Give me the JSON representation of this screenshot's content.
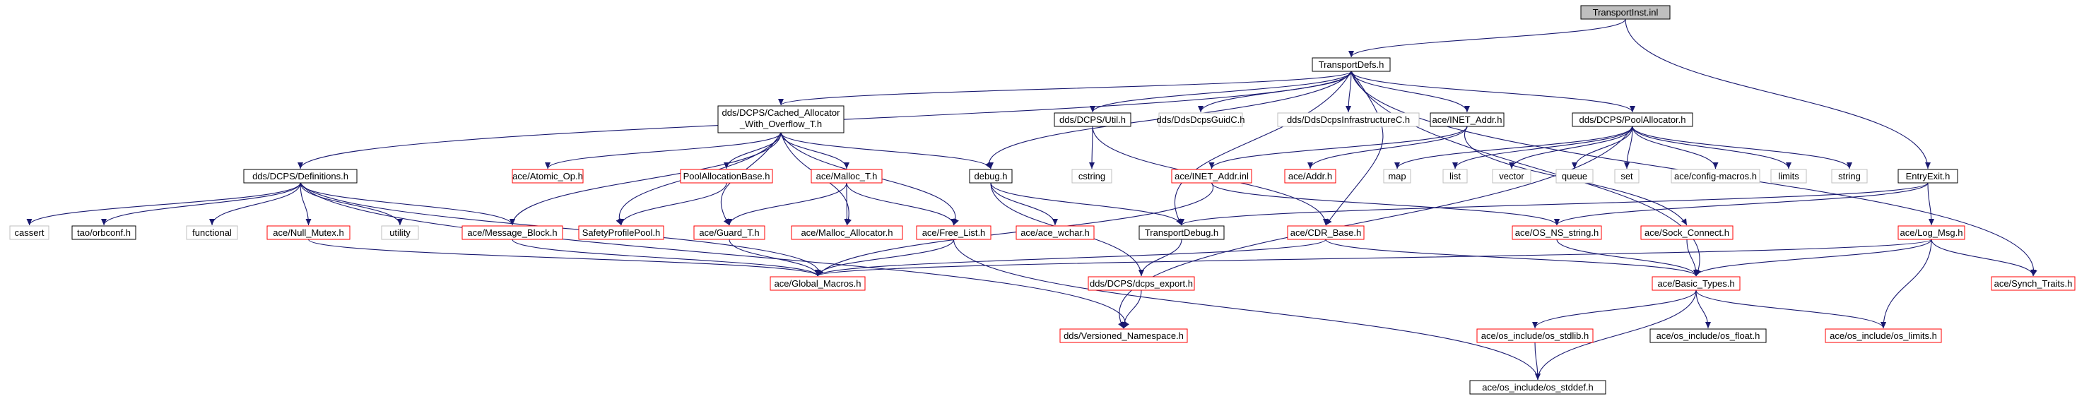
{
  "diagram": {
    "nodes": [
      {
        "id": "root",
        "label": "TransportInst.inl",
        "style": "root"
      },
      {
        "id": "defs",
        "label": "TransportDefs.h",
        "style": "black"
      },
      {
        "id": "cached",
        "label": "dds/DCPS/Cached_Allocator\n_With_Overflow_T.h",
        "style": "black"
      },
      {
        "id": "util",
        "label": "dds/DCPS/Util.h",
        "style": "black"
      },
      {
        "id": "guidc",
        "label": "dds/DdsDcpsGuidC.h",
        "style": "grey"
      },
      {
        "id": "infra",
        "label": "dds/DdsDcpsInfrastructureC.h",
        "style": "grey"
      },
      {
        "id": "inetaddr",
        "label": "ace/INET_Addr.h",
        "style": "black"
      },
      {
        "id": "poolalloc",
        "label": "dds/DCPS/PoolAllocator.h",
        "style": "black"
      },
      {
        "id": "definitions",
        "label": "dds/DCPS/Definitions.h",
        "style": "black"
      },
      {
        "id": "atomic",
        "label": "ace/Atomic_Op.h",
        "style": "red"
      },
      {
        "id": "poolallocbase",
        "label": "PoolAllocationBase.h",
        "style": "red"
      },
      {
        "id": "malloct",
        "label": "ace/Malloc_T.h",
        "style": "red"
      },
      {
        "id": "debug",
        "label": "debug.h",
        "style": "black"
      },
      {
        "id": "cstring",
        "label": "cstring",
        "style": "grey"
      },
      {
        "id": "inetaddrinl",
        "label": "ace/INET_Addr.inl",
        "style": "red"
      },
      {
        "id": "aceaddr",
        "label": "ace/Addr.h",
        "style": "red"
      },
      {
        "id": "map",
        "label": "map",
        "style": "grey"
      },
      {
        "id": "list",
        "label": "list",
        "style": "grey"
      },
      {
        "id": "vector",
        "label": "vector",
        "style": "grey"
      },
      {
        "id": "queue",
        "label": "queue",
        "style": "grey"
      },
      {
        "id": "set",
        "label": "set",
        "style": "grey"
      },
      {
        "id": "configmacros",
        "label": "ace/config-macros.h",
        "style": "grey"
      },
      {
        "id": "limits",
        "label": "limits",
        "style": "grey"
      },
      {
        "id": "string",
        "label": "string",
        "style": "grey"
      },
      {
        "id": "entryexit",
        "label": "EntryExit.h",
        "style": "black"
      },
      {
        "id": "cassert",
        "label": "cassert",
        "style": "grey"
      },
      {
        "id": "orbconf",
        "label": "tao/orbconf.h",
        "style": "black"
      },
      {
        "id": "functional",
        "label": "functional",
        "style": "grey"
      },
      {
        "id": "nullmutex",
        "label": "ace/Null_Mutex.h",
        "style": "red"
      },
      {
        "id": "utility",
        "label": "utility",
        "style": "grey"
      },
      {
        "id": "msgblock",
        "label": "ace/Message_Block.h",
        "style": "red"
      },
      {
        "id": "safetypool",
        "label": "SafetyProfilePool.h",
        "style": "red"
      },
      {
        "id": "guardt",
        "label": "ace/Guard_T.h",
        "style": "red"
      },
      {
        "id": "mallocalloc",
        "label": "ace/Malloc_Allocator.h",
        "style": "red"
      },
      {
        "id": "freelist",
        "label": "ace/Free_List.h",
        "style": "red"
      },
      {
        "id": "wchar",
        "label": "ace/ace_wchar.h",
        "style": "red"
      },
      {
        "id": "transportdebug",
        "label": "TransportDebug.h",
        "style": "black"
      },
      {
        "id": "cdrbase",
        "label": "ace/CDR_Base.h",
        "style": "red"
      },
      {
        "id": "osns",
        "label": "ace/OS_NS_string.h",
        "style": "red"
      },
      {
        "id": "sockconnect",
        "label": "ace/Sock_Connect.h",
        "style": "red"
      },
      {
        "id": "logmsg",
        "label": "ace/Log_Msg.h",
        "style": "red"
      },
      {
        "id": "globalmacros",
        "label": "ace/Global_Macros.h",
        "style": "red"
      },
      {
        "id": "dcpsexport",
        "label": "dds/DCPS/dcps_export.h",
        "style": "red"
      },
      {
        "id": "basictypes",
        "label": "ace/Basic_Types.h",
        "style": "red"
      },
      {
        "id": "synchtraits",
        "label": "ace/Synch_Traits.h",
        "style": "red"
      },
      {
        "id": "versioned",
        "label": "dds/Versioned_Namespace.h",
        "style": "red"
      },
      {
        "id": "osstdlib",
        "label": "ace/os_include/os_stdlib.h",
        "style": "red"
      },
      {
        "id": "osfloat",
        "label": "ace/os_include/os_float.h",
        "style": "black"
      },
      {
        "id": "oslimits",
        "label": "ace/os_include/os_limits.h",
        "style": "red"
      },
      {
        "id": "osstddef",
        "label": "ace/os_include/os_stddef.h",
        "style": "black"
      }
    ]
  },
  "colors": {
    "edge": "#191970",
    "black_border": "#000000",
    "red_border": "#ff0000",
    "grey_border": "#bfbfbf",
    "root_fill": "#bfbfbf",
    "text": "#000000"
  }
}
